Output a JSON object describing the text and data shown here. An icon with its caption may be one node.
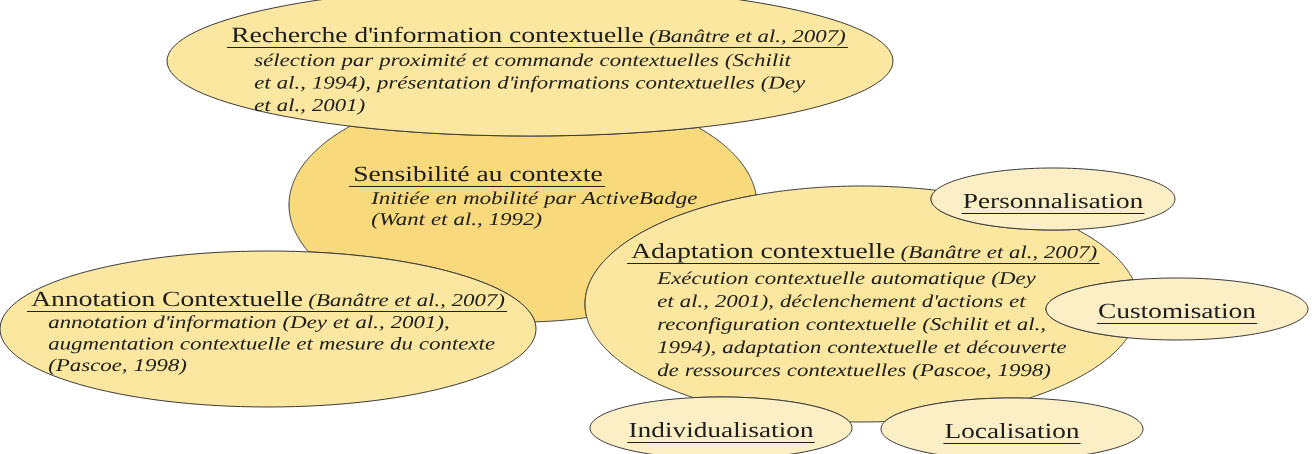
{
  "diagram": {
    "nodes": [
      {
        "text": [
          "Recherche d'information contextuelle",
          "(Banâtre et al., 2007)",
          "sélection par proximité et commande contextuelles (Schilit et al., 1994), présentation d'informations contextuelles (Dey et al., 2001)"
        ]
      },
      {
        "text": [
          "Sensibilité au contexte",
          "Initiée en mobilité par ActiveBadge (Want et al., 1992)"
        ]
      },
      {
        "text": [
          "Personnalisation"
        ]
      },
      {
        "text": [
          "Adaptation contextuelle",
          "(Banâtre et al., 2007)",
          "Exécution contextuelle automatique (Dey et al., 2001), déclenchement d'actions et reconfiguration contextuelle (Schilit et al., 1994), adaptation contextuelle et découverte de ressources contextuelles (Pascoe, 1998)"
        ]
      },
      {
        "text": [
          "Annotation Contextuelle",
          "(Banâtre et al., 2007)",
          "annotation d'information (Dey et al., 2001), augmentation contextuelle et mesure du contexte (Pascoe, 1998)"
        ]
      },
      {
        "text": [
          "Customisation"
        ]
      },
      {
        "text": [
          "Individualisation"
        ]
      },
      {
        "text": [
          "Localisation"
        ]
      }
    ]
  }
}
